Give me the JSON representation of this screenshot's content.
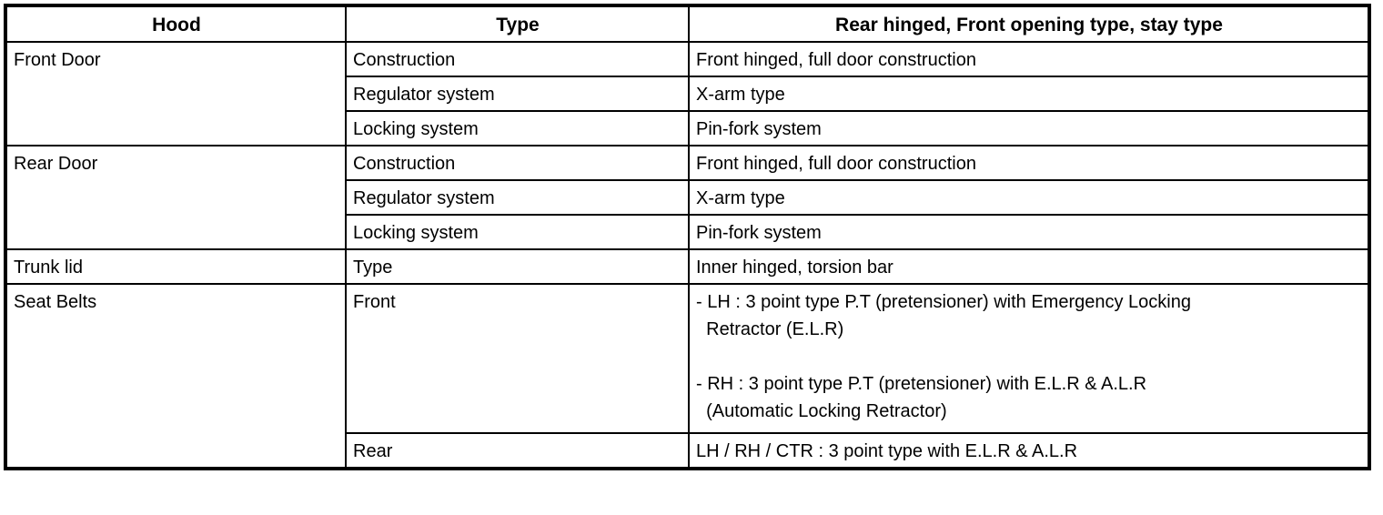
{
  "table": {
    "header": {
      "col1": "Hood",
      "col2": "Type",
      "col3": "Rear hinged, Front opening type, stay type"
    },
    "groups": [
      {
        "item": "Front Door",
        "specs": [
          {
            "type": "Construction",
            "value": "Front hinged, full door construction"
          },
          {
            "type": "Regulator system",
            "value": "X-arm type"
          },
          {
            "type": "Locking system",
            "value": "Pin-fork system"
          }
        ]
      },
      {
        "item": "Rear Door",
        "specs": [
          {
            "type": "Construction",
            "value": "Front hinged, full door construction"
          },
          {
            "type": "Regulator system",
            "value": "X-arm type"
          },
          {
            "type": "Locking system",
            "value": "Pin-fork system"
          }
        ]
      },
      {
        "item": "Trunk lid",
        "specs": [
          {
            "type": "Type",
            "value": "Inner hinged, torsion bar"
          }
        ]
      },
      {
        "item": "Seat Belts",
        "specs": [
          {
            "type": "Front",
            "value": "- LH : 3 point type P.T (pretensioner) with Emergency Locking\n  Retractor (E.L.R)\n\n- RH : 3 point type P.T (pretensioner) with E.L.R & A.L.R\n  (Automatic Locking Retractor)"
          },
          {
            "type": "Rear",
            "value": "LH / RH / CTR : 3 point type with E.L.R & A.L.R"
          }
        ]
      }
    ],
    "colors": {
      "border": "#000000",
      "text": "#000000",
      "background": "#ffffff"
    }
  }
}
